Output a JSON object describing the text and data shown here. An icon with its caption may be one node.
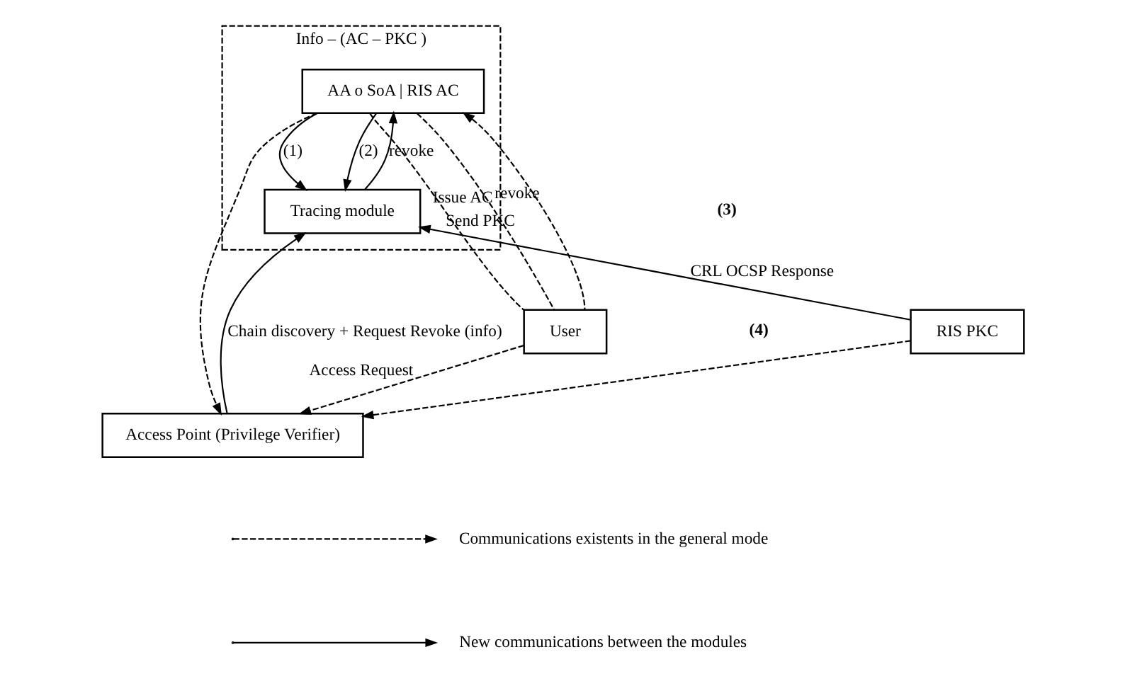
{
  "diagram": {
    "nodes": [
      {
        "text": [
          "Info – (AC – PKC )"
        ]
      },
      {
        "text": [
          "AA o SoA | RIS AC"
        ],
        "in": 0
      },
      {
        "text": [
          "Tracing module"
        ],
        "in": 0
      },
      {
        "text": [
          "User"
        ]
      },
      {
        "text": [
          "RIS PKC"
        ]
      },
      {
        "text": [
          "Access Point (Privilege Verifier)"
        ]
      }
    ],
    "edges": [
      {
        "from": 1,
        "to": 2,
        "arrow": "to",
        "label": "(1)"
      },
      {
        "from": 1,
        "to": 2,
        "arrow": "to",
        "label": "(2)"
      },
      {
        "from": 2,
        "to": 1,
        "arrow": "to",
        "label": "revoke"
      },
      {
        "from": 3,
        "to": 1,
        "arrow": "none",
        "style": "dashed",
        "label": "Send PKC"
      },
      {
        "from": 1,
        "to": 3,
        "arrow": "none",
        "style": "dashed",
        "label": "Issue AC"
      },
      {
        "from": 3,
        "to": 1,
        "arrow": "to",
        "style": "dashed",
        "label": "revoke"
      },
      {
        "from": 1,
        "to": 5,
        "arrow": "to",
        "style": "dashed"
      },
      {
        "from": 3,
        "to": 5,
        "arrow": "to",
        "style": "dashed",
        "label": "Access Request"
      },
      {
        "from": 5,
        "to": 2,
        "arrow": "to",
        "label": "Chain discovery + Request Revoke (info)"
      },
      {
        "from": 4,
        "to": 2,
        "arrow": "to",
        "label": "CRL OCSP Response"
      },
      {
        "from": 4,
        "to": 5,
        "arrow": "to",
        "style": "dashed"
      }
    ],
    "labels": [
      "(3)",
      "(4)"
    ],
    "legend": [
      {
        "text": "Communications existents in the general mode"
      },
      {
        "text": "New communications between the modules"
      }
    ]
  }
}
